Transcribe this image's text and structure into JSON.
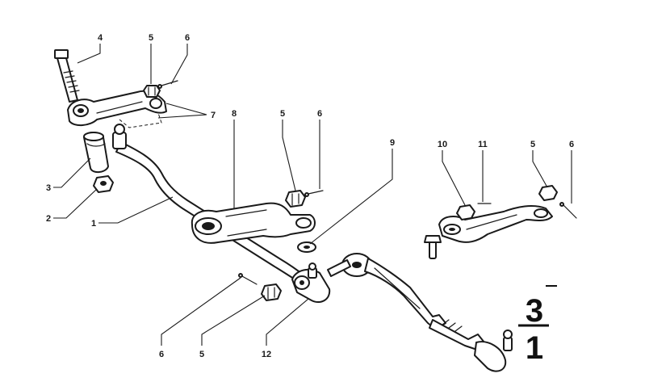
{
  "callouts": [
    {
      "id": "c4",
      "text": "4"
    },
    {
      "id": "c5a",
      "text": "5"
    },
    {
      "id": "c6a",
      "text": "6"
    },
    {
      "id": "c7",
      "text": "7"
    },
    {
      "id": "c8",
      "text": "8"
    },
    {
      "id": "c5b",
      "text": "5"
    },
    {
      "id": "c6b",
      "text": "6"
    },
    {
      "id": "c9",
      "text": "9"
    },
    {
      "id": "c10",
      "text": "10"
    },
    {
      "id": "c11",
      "text": "11"
    },
    {
      "id": "c5c",
      "text": "5"
    },
    {
      "id": "c6c",
      "text": "6"
    },
    {
      "id": "c3",
      "text": "3"
    },
    {
      "id": "c2",
      "text": "2"
    },
    {
      "id": "c1",
      "text": "1"
    },
    {
      "id": "c6d",
      "text": "6"
    },
    {
      "id": "c5d",
      "text": "5"
    },
    {
      "id": "c12",
      "text": "12"
    }
  ],
  "group_label": {
    "top": "3",
    "bottom": "1"
  }
}
